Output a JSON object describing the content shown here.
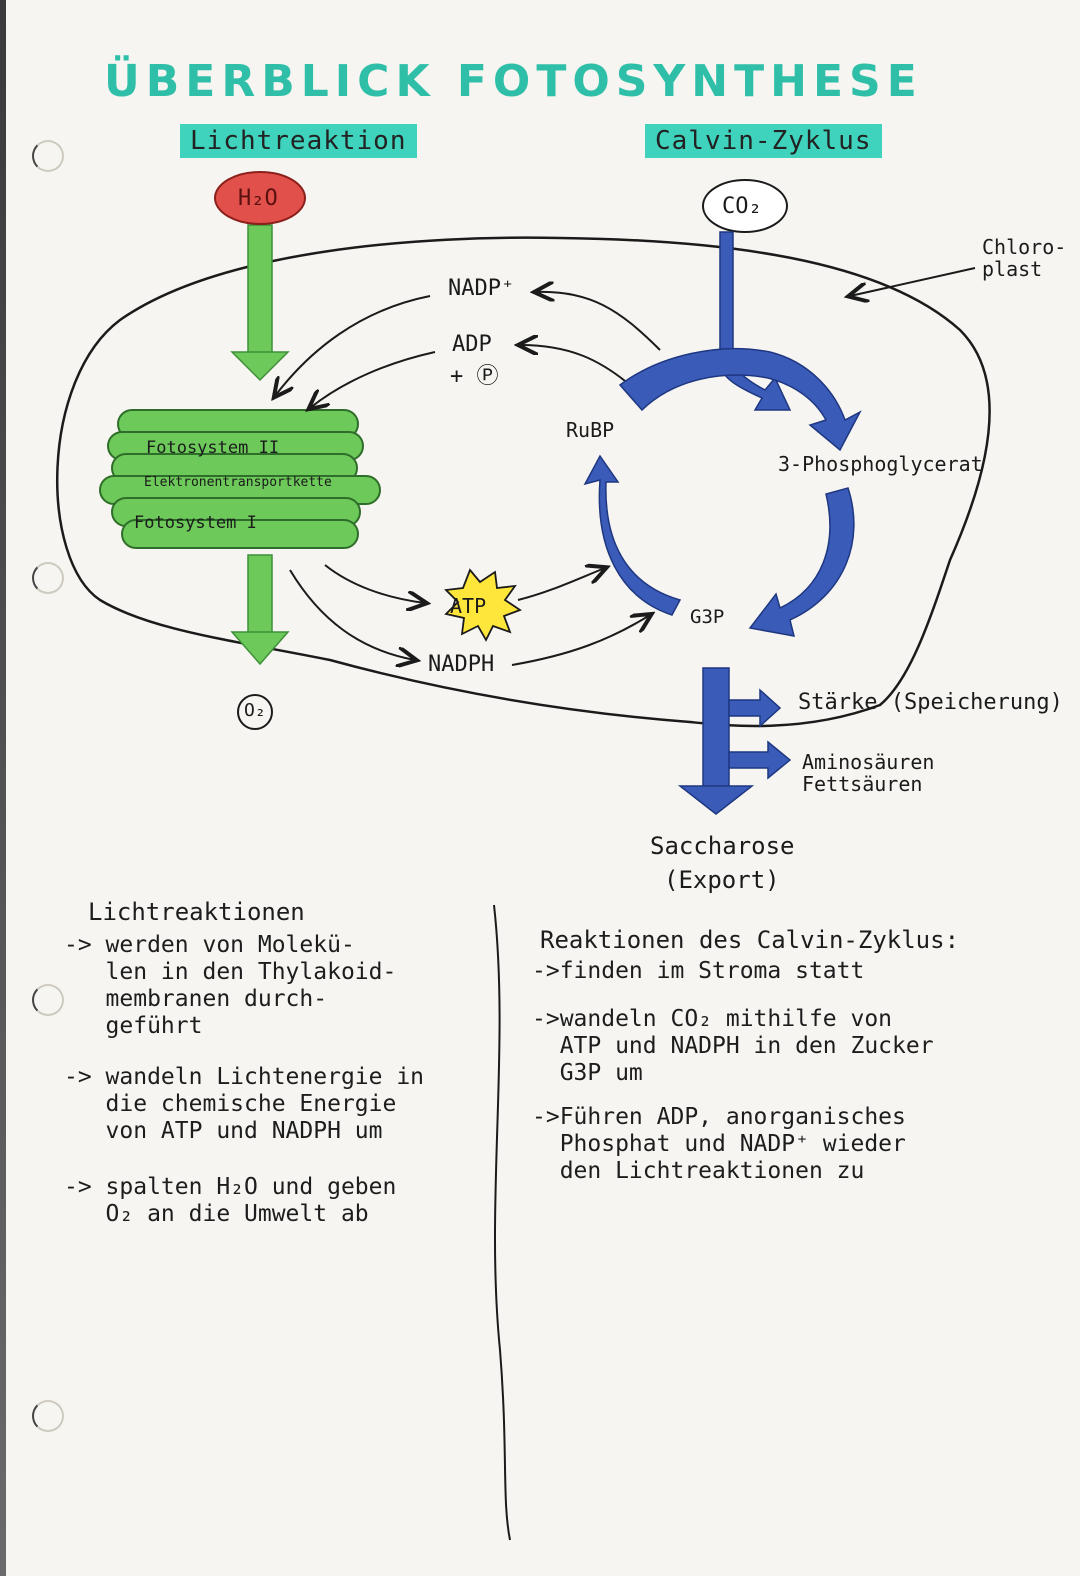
{
  "title": "ÜBERBLICK FOTOSYNTHESE",
  "sections": {
    "light": "Lichtreaktion",
    "calvin": "Calvin-Zyklus"
  },
  "molecules": {
    "h2o": "H₂O",
    "co2": "CO₂",
    "o2": "O₂",
    "nadp_plus": "NADP⁺",
    "adp": "ADP",
    "adp_plus_p": "+ Ⓟ",
    "atp": "ATP",
    "nadph": "NADPH",
    "rubp": "RuBP",
    "phosphoglycerat": "3-Phosphoglycerat",
    "g3p": "G3P"
  },
  "chloroplast_label": [
    "Chloro-",
    "plast"
  ],
  "thylakoid": {
    "fotosystem_2": "Fotosystem II",
    "elektronen": "Elektronentransportkette",
    "fotosystem_1": "Fotosystem I"
  },
  "products": {
    "starke": "Stärke (Speicherung)",
    "amino": "Aminosäuren",
    "fett": "Fettsäuren",
    "saccharose": "Saccharose",
    "export": "(Export)"
  },
  "notes_left": {
    "heading": "Lichtreaktionen",
    "items": [
      "-> werden von Molekü-\n   len in den Thylakoid-\n   membranen durch-\n   geführt",
      "-> wandeln Lichtenergie in\n   die chemische Energie\n   von ATP und NADPH um",
      "-> spalten H₂O und geben\n   O₂ an die Umwelt ab"
    ]
  },
  "notes_right": {
    "heading": "Reaktionen des Calvin-Zyklus:",
    "items": [
      "->finden im Stroma statt",
      "->wandeln CO₂ mithilfe von\n  ATP und NADPH in den Zucker\n  G3P um",
      "->Führen ADP, anorganisches\n  Phosphat und NADP⁺ wieder\n  den Lichtreaktionen zu"
    ]
  },
  "colors": {
    "title": "#2fbfa8",
    "highlight": "#3fd3bd",
    "green": "#6cc95a",
    "blue": "#3a5bb8",
    "red": "#e2504b",
    "atp": "#ffe63a"
  }
}
